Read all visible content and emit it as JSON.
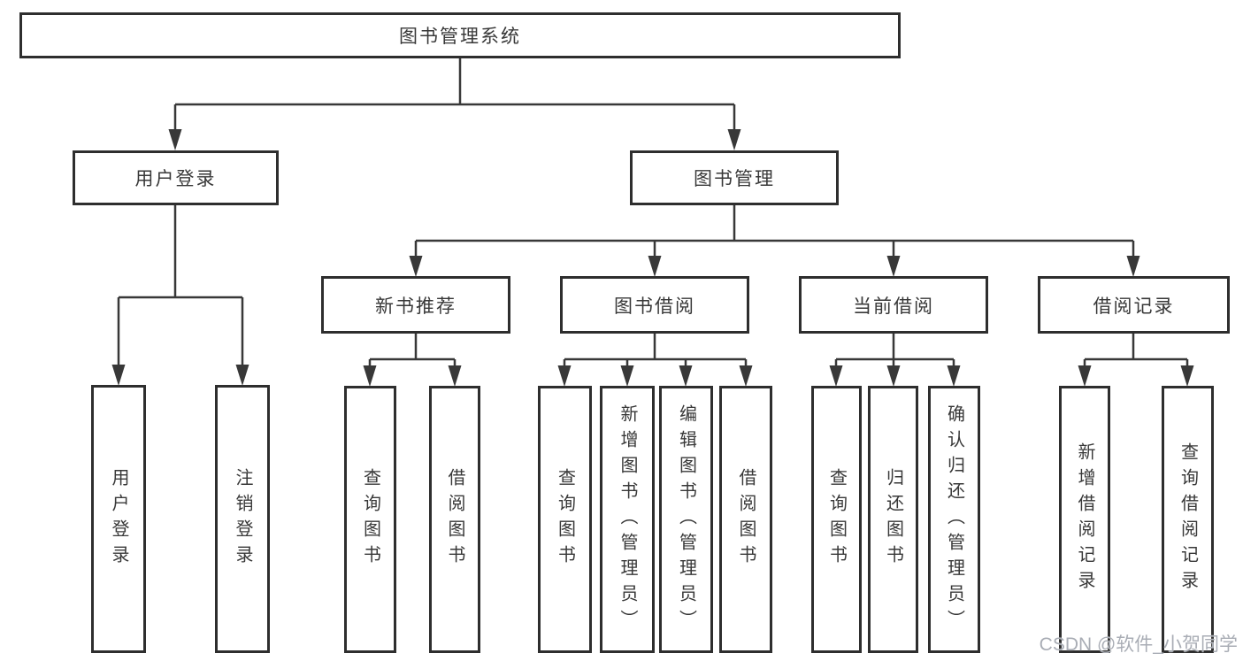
{
  "diagram_type": "hierarchy-tree",
  "tree": {
    "root": {
      "label": "图书管理系统"
    },
    "branches": [
      {
        "label": "用户登录",
        "children": [
          {
            "label": "用户登录"
          },
          {
            "label": "注销登录"
          }
        ]
      },
      {
        "label": "图书管理",
        "children": [
          {
            "label": "新书推荐",
            "children": [
              {
                "label": "查询图书"
              },
              {
                "label": "借阅图书"
              }
            ]
          },
          {
            "label": "图书借阅",
            "children": [
              {
                "label": "查询图书"
              },
              {
                "label": "新增图书（管理员）"
              },
              {
                "label": "编辑图书（管理员）"
              },
              {
                "label": "借阅图书"
              }
            ]
          },
          {
            "label": "当前借阅",
            "children": [
              {
                "label": "查询图书"
              },
              {
                "label": "归还图书"
              },
              {
                "label": "确认归还（管理员）"
              }
            ]
          },
          {
            "label": "借阅记录",
            "children": [
              {
                "label": "新增借阅记录"
              },
              {
                "label": "查询借阅记录"
              }
            ]
          }
        ]
      }
    ]
  },
  "watermark": "CSDN @软件_小贺同学",
  "colors": {
    "line": "#383838",
    "box_border": "#2e2e2e",
    "text": "#383838",
    "background": "#ffffff",
    "watermark": "#a9adb5"
  }
}
